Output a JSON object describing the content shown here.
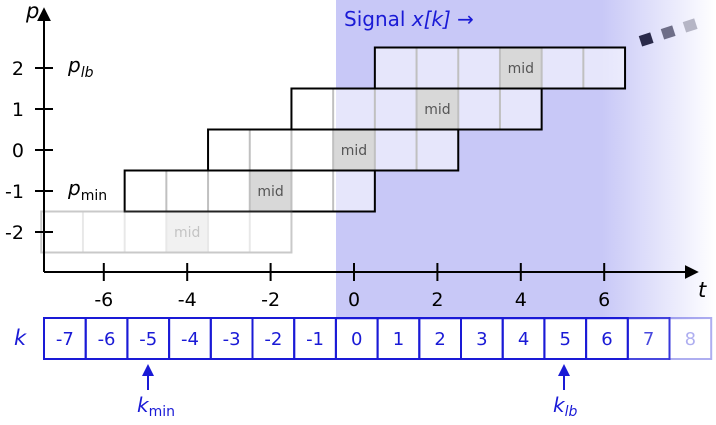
{
  "signal_label": {
    "main": "Signal ",
    "var": "x[k]",
    "arrow": " →"
  },
  "axes": {
    "t_label": "t",
    "p_label": "p",
    "k_label": "k"
  },
  "p_ticks": [
    "2",
    "1",
    "0",
    "-1",
    "-2"
  ],
  "t_ticks": [
    "-6",
    "-4",
    "-2",
    "0",
    "2",
    "4",
    "6"
  ],
  "p_annotations": {
    "lb": {
      "base": "p",
      "sub": "lb"
    },
    "min": {
      "base": "p",
      "sub": "min"
    }
  },
  "mid_label": "mid",
  "rows": [
    {
      "p": 2,
      "start": 0.5,
      "cells": 6,
      "mid_index": 3
    },
    {
      "p": 1,
      "start": -1.5,
      "cells": 6,
      "mid_index": 3
    },
    {
      "p": 0,
      "start": -3.5,
      "cells": 6,
      "mid_index": 3
    },
    {
      "p": -1,
      "start": -5.5,
      "cells": 6,
      "mid_index": 3
    },
    {
      "p": -2,
      "start": -7.5,
      "cells": 6,
      "mid_index": 3,
      "faded": true
    }
  ],
  "k_cells": [
    "-7",
    "-6",
    "-5",
    "-4",
    "-3",
    "-2",
    "-1",
    "0",
    "1",
    "2",
    "3",
    "4",
    "5",
    "6",
    "7",
    "8"
  ],
  "k_markers": {
    "min": {
      "base": "k",
      "sub": "min"
    },
    "lb": {
      "base": "k",
      "sub": "lb"
    }
  },
  "colors": {
    "signal_region": "#c8c8f7",
    "blue": "#1a1ad6",
    "mid_fill": "#d8d8d8"
  }
}
